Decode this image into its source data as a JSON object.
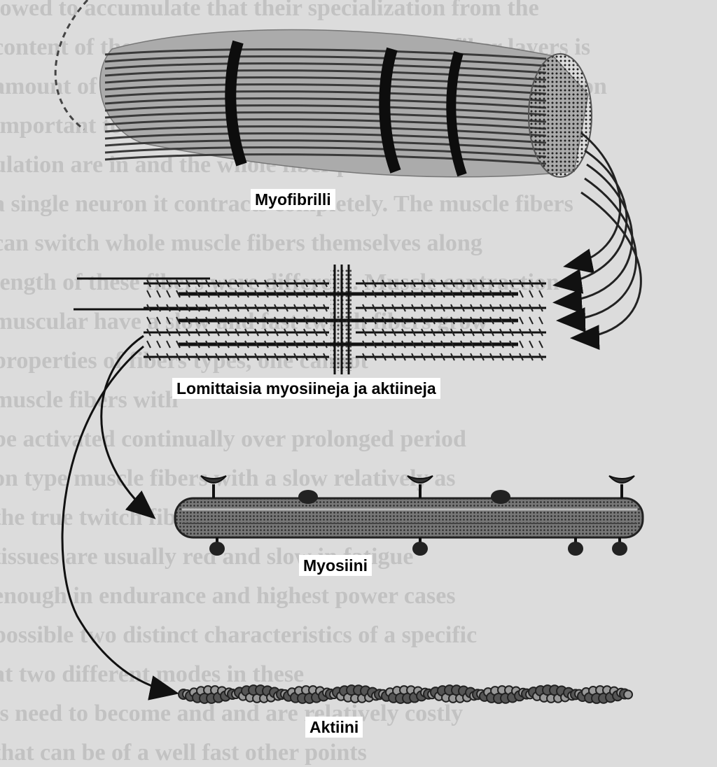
{
  "labels": {
    "myofibril": "Myofibrilli",
    "interleaved": "Lomittaisia myosiineja ja aktiineja",
    "myosin": "Myosiini",
    "actin": "Aktiini"
  },
  "background_text": [
    "lowed to accumulate that their specialization from the",
    "content of the myosin heads in the outermost fiber layers is",
    "amount of space and fuel is given as a result of specialization",
    "important to have fine control - to grade the strength of",
    "ulation are in and the whole fiber points.",
    "a single neuron it contracts completely. The muscle fibers",
    "can switch whole muscle fibers themselves along",
    "length of these fibers were different. Muscle contraction",
    "muscular have a slow and fast twitch fibers grow",
    "properties of fibers types, one cannot",
    "muscle fibers with",
    "be activated continually over prolonged period",
    "on type muscle fibers with a slow relatively as",
    "the true twitch fibers are slow on the shorter and",
    "tissues are usually red and slow in fatigue",
    "enough in endurance and highest power cases",
    "possible two distinct characteristics of a specific",
    "at two different modes in these",
    "is need to become and and are relatively costly",
    "that can be of a well fast other points"
  ],
  "colors": {
    "background": "#dcdcdc",
    "ink": "#111111",
    "label_box": "#ffffff"
  }
}
